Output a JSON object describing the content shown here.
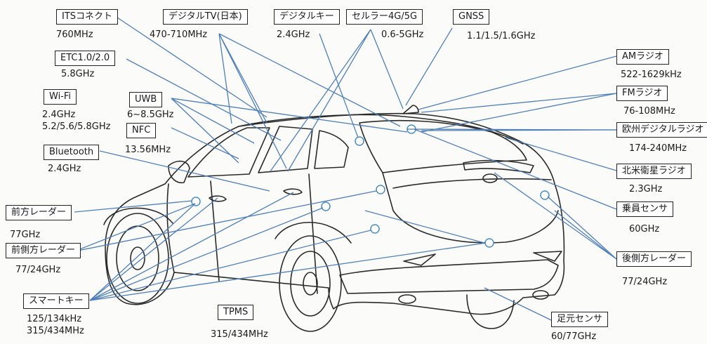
{
  "labels": [
    {
      "name": "ITSコネクト",
      "freq": "760MHz"
    },
    {
      "name": "デジタルTV(日本)",
      "freq": "470-710MHz"
    },
    {
      "name": "デジタルキー",
      "freq": "2.4GHz"
    },
    {
      "name": "セルラー4G/5G",
      "freq": "0.6-5GHz"
    },
    {
      "name": "GNSS",
      "freq": "1.1/1.5/1.6GHz"
    },
    {
      "name": "ETC1.0/2.0",
      "freq": "5.8GHz"
    },
    {
      "name": "Wi-Fi",
      "freq": "2.4GHz\n5.2/5.6/5.8GHz"
    },
    {
      "name": "UWB",
      "freq": "6~8.5GHz"
    },
    {
      "name": "NFC",
      "freq": "13.56MHz"
    },
    {
      "name": "Bluetooth",
      "freq": "2.4GHz"
    },
    {
      "name": "AMラジオ",
      "freq": "522-1629kHz"
    },
    {
      "name": "FMラジオ",
      "freq": "76-108MHz"
    },
    {
      "name": "欧州デジタルラジオ",
      "freq": "174-240MHz"
    },
    {
      "name": "北米衛星ラジオ",
      "freq": "2.3GHz"
    },
    {
      "name": "乗員センサ",
      "freq": "60GHz"
    },
    {
      "name": "後側方レーダー",
      "freq": "77/24GHz"
    },
    {
      "name": "前方レーダー",
      "freq": "77GHz"
    },
    {
      "name": "前側方レーダー",
      "freq": "77/24GHz"
    },
    {
      "name": "スマートキー",
      "freq": "125/134kHz\n315/434MHz"
    },
    {
      "name": "TPMS",
      "freq": "315/434MHz"
    },
    {
      "name": "足元センサ",
      "freq": "60/77GHz"
    }
  ]
}
